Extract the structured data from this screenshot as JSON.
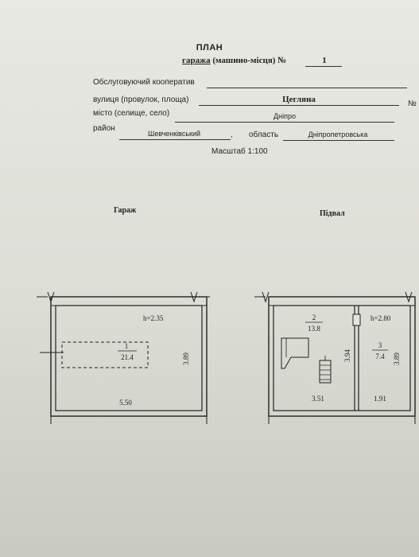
{
  "document": {
    "title": "ПЛАН",
    "object_line": {
      "object": "гаража",
      "object_hint": "(машино-місця)",
      "number_sign": "№",
      "number": "1"
    },
    "fields": {
      "cooperative_label": "Обслуговуючий кооператив",
      "cooperative_value": "",
      "street_label": "вулиця (провулок, площа)",
      "street_value": "Цегляна",
      "street_number_sign": "№",
      "city_label": "місто (селище, село)",
      "city_value": "Дніпро",
      "district_label": "район",
      "district_value": "Шевченківський",
      "region_label": "область",
      "region_value": "Дніпропетровська"
    },
    "scale": "Масштаб 1:100"
  },
  "plans": {
    "garage": {
      "title": "Гараж",
      "height_label": "h=2.35",
      "room_number": "1",
      "room_area": "21.4",
      "width_dim": "5.50",
      "depth_dim": "3.89"
    },
    "basement": {
      "title": "Підвал",
      "height_label": "h=2.80",
      "room2_number": "2",
      "room2_area": "13.8",
      "room3_number": "3",
      "room3_area": "7.4",
      "inner_dim": "3.94",
      "depth_dim": "3.89",
      "width_left": "3.51",
      "width_right": "1.91"
    }
  },
  "colors": {
    "paper": "#e4e4dd",
    "ink": "#222222"
  }
}
